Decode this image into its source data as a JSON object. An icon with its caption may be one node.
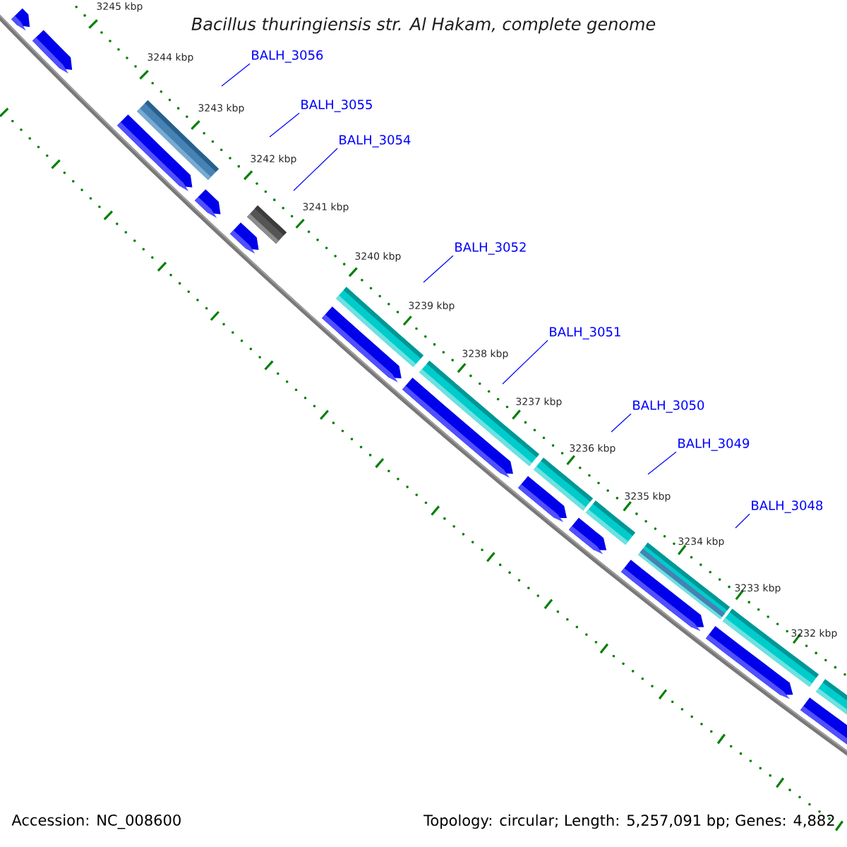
{
  "diagram": {
    "title": "Bacillus thuringiensis str. Al Hakam, complete genome",
    "nodes": [
      {
        "text": [
          "BALH_3056"
        ]
      },
      {
        "text": [
          "BALH_3055"
        ]
      },
      {
        "text": [
          "BALH_3054"
        ]
      },
      {
        "text": [
          "BALH_3052"
        ]
      },
      {
        "text": [
          "BALH_3051"
        ]
      },
      {
        "text": [
          "BALH_3050"
        ]
      },
      {
        "text": [
          "BALH_3049"
        ]
      },
      {
        "text": [
          "BALH_3048"
        ]
      }
    ],
    "edges": [
      {
        "from": 0,
        "to": null,
        "arrow": "none"
      },
      {
        "from": 1,
        "to": null,
        "arrow": "none"
      },
      {
        "from": 2,
        "to": null,
        "arrow": "none"
      },
      {
        "from": 3,
        "to": null,
        "arrow": "none"
      },
      {
        "from": 4,
        "to": null,
        "arrow": "none"
      },
      {
        "from": 5,
        "to": null,
        "arrow": "none"
      },
      {
        "from": 6,
        "to": null,
        "arrow": "none"
      },
      {
        "from": 7,
        "to": null,
        "arrow": "none"
      }
    ],
    "labels": [
      "3245 kbp",
      "3244 kbp",
      "3243 kbp",
      "3242 kbp",
      "3241 kbp",
      "3240 kbp",
      "3239 kbp",
      "3238 kbp",
      "3237 kbp",
      "3236 kbp",
      "3235 kbp",
      "3234 kbp",
      "3233 kbp",
      "3232 kbp",
      "Accession: NC_008600",
      "Topology: circular; Length: 5,257,091 bp; Genes: 4,882"
    ]
  }
}
